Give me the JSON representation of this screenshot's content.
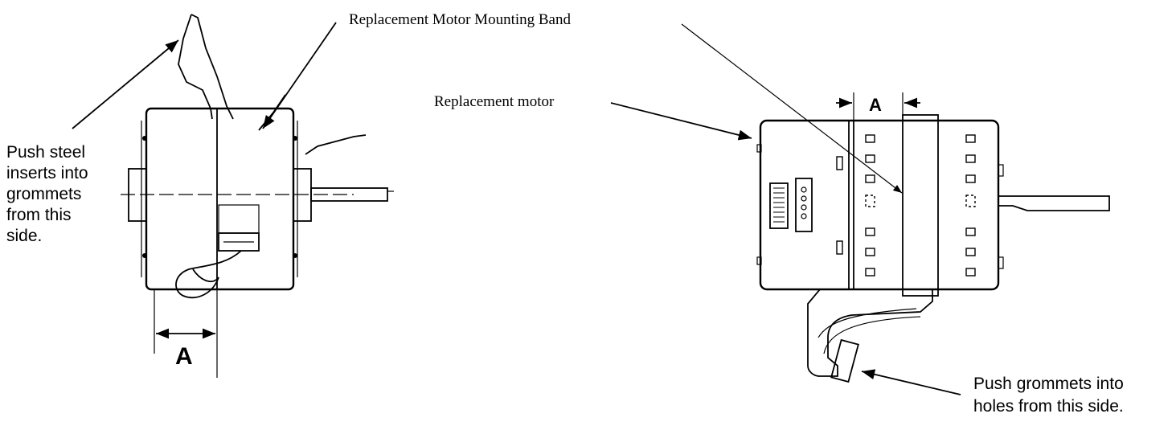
{
  "labels": {
    "mounting_band": "Replacement Motor Mounting Band",
    "replacement_motor": "Replacement motor",
    "push_steel": [
      "Push steel",
      "inserts into",
      "grommets",
      "from this",
      "side."
    ],
    "push_grommets": [
      "Push grommets into",
      "holes from this side."
    ],
    "dim_left": "A",
    "dim_right": "A"
  }
}
